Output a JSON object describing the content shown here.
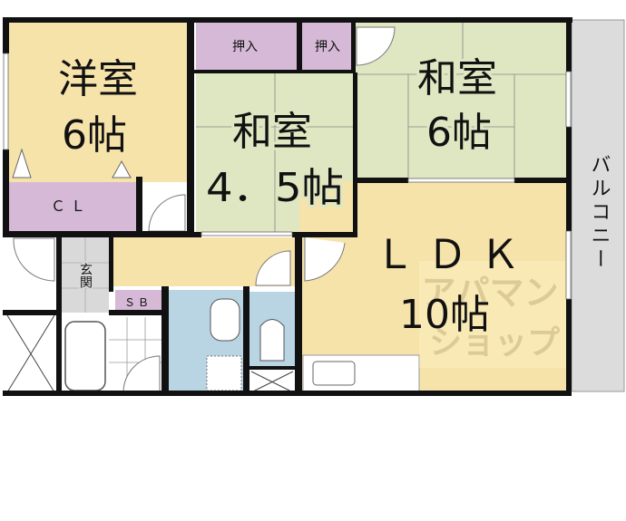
{
  "colors": {
    "western_room": "#f6e3aa",
    "japanese_room": "#dfe6c2",
    "storage": "#d5b9d6",
    "wet_area": "#b9d4e3",
    "entrance": "#d9d9d9",
    "balcony": "#dcdcdc",
    "wall": "#111111"
  },
  "rooms": {
    "western": {
      "name": "洋室",
      "size": "6帖"
    },
    "closet": {
      "name": "ＣＬ"
    },
    "oshiire_1": {
      "name": "押入"
    },
    "oshiire_2": {
      "name": "押入"
    },
    "japanese_small": {
      "name": "和室",
      "size": "4．5帖"
    },
    "japanese_large": {
      "name": "和室",
      "size": "6帖"
    },
    "ldk": {
      "name": "ＬＤＫ",
      "size": "10帖"
    },
    "entrance": {
      "name": "玄関"
    },
    "shoe_box": {
      "name": "ＳＢ"
    },
    "balcony": {
      "name": "バルコニー"
    }
  },
  "watermark": {
    "line1": "アパマン",
    "line2": "ショップ"
  }
}
